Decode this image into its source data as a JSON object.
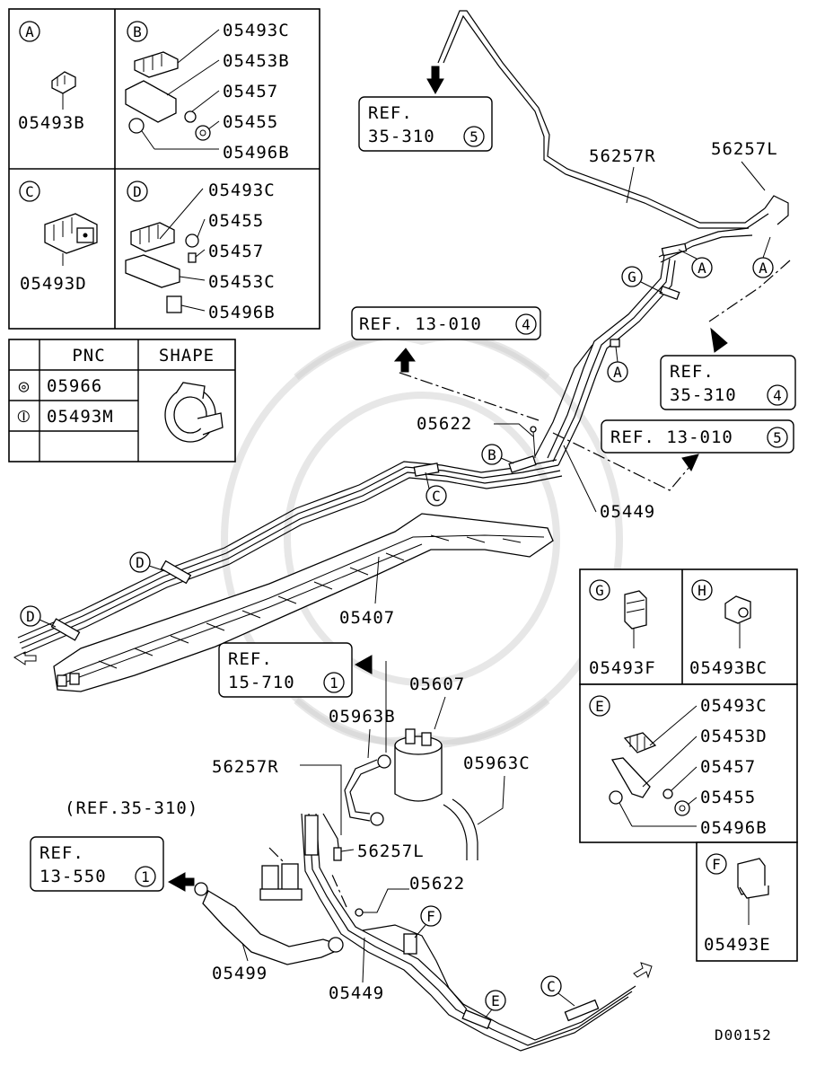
{
  "detail_panels": {
    "A": {
      "letter": "A",
      "parts": [
        "05493B"
      ]
    },
    "B": {
      "letter": "B",
      "parts": [
        "05493C",
        "05453B",
        "05457",
        "05455",
        "05496B"
      ]
    },
    "C": {
      "letter": "C",
      "parts": [
        "05493D"
      ]
    },
    "D": {
      "letter": "D",
      "parts": [
        "05493C",
        "05455",
        "05457",
        "05453C",
        "05496B"
      ]
    },
    "G": {
      "letter": "G",
      "parts": [
        "05493F"
      ]
    },
    "H": {
      "letter": "H",
      "parts": [
        "05493BC"
      ]
    },
    "E": {
      "letter": "E",
      "parts": [
        "05493C",
        "05453D",
        "05457",
        "05455",
        "05496B"
      ]
    },
    "F": {
      "letter": "F",
      "parts": [
        "05493E"
      ]
    }
  },
  "pnc_table": {
    "header_pnc": "PNC",
    "header_shape": "SHAPE",
    "rows": [
      {
        "symbol": "◎",
        "pnc": "05966"
      },
      {
        "symbol": "⦶",
        "pnc": "05493M"
      }
    ]
  },
  "refs": {
    "ref_35_310_5": {
      "line1": "REF.",
      "line2": "35-310",
      "num": "5"
    },
    "ref_13_010_4": {
      "text": "REF. 13-010",
      "num": "4"
    },
    "ref_35_310_4": {
      "line1": "REF.",
      "line2": "35-310",
      "num": "4"
    },
    "ref_13_010_5": {
      "text": "REF. 13-010",
      "num": "5"
    },
    "ref_15_710_1": {
      "line1": "REF.",
      "line2": "15-710",
      "num": "1"
    },
    "ref_13_550_1": {
      "line1": "REF.",
      "line2": "13-550",
      "num": "1"
    },
    "ref_35_310_paren": "(REF.35-310)"
  },
  "part_labels": {
    "p56257R_top": "56257R",
    "p56257L_top": "56257L",
    "p05622_top": "05622",
    "p05449_top": "05449",
    "p05407": "05407",
    "p05607": "05607",
    "p05963B": "05963B",
    "p05963C": "05963C",
    "p56257R_bottom": "56257R",
    "p56257L_bottom": "56257L",
    "p05622_bottom": "05622",
    "p05499": "05499",
    "p05449_bottom": "05449"
  },
  "clip_markers": {
    "A1": "A",
    "A2": "A",
    "A3": "A",
    "G": "G",
    "B": "B",
    "C_top": "C",
    "D1": "D",
    "D2": "D",
    "F": "F",
    "E": "E",
    "C_bottom": "C"
  },
  "diagram_code": "D00152"
}
